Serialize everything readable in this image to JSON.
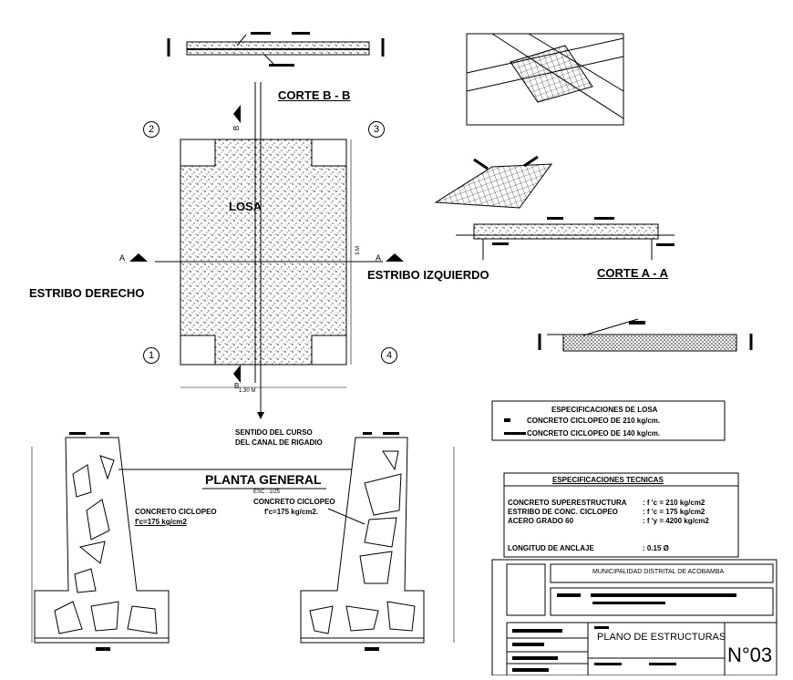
{
  "labels": {
    "corte_bb": "CORTE B - B",
    "corte_aa": "CORTE A - A",
    "losa": "LOSA",
    "estribo_izquierdo": "ESTRIBO IZQUIERDO",
    "estribo_derecho": "ESTRIBO DERECHO",
    "planta_general": "PLANTA GENERAL",
    "escala": "ESC : 1/25",
    "sentido_1": "SENTIDO DEL CURSO",
    "sentido_2": "DEL CANAL DE RIGADIO",
    "dim_vertical": "3 M",
    "dim_horizontal": "1.30 M",
    "section_a": "A",
    "section_b": "B",
    "grid_1": "1",
    "grid_2": "2",
    "grid_3": "3",
    "grid_4": "4",
    "concreto_left_1": "CONCRETO CICLOPEO",
    "concreto_left_2": "f'c=175 kg/cm2",
    "concreto_right_1": "CONCRETO CICLOPEO",
    "concreto_right_2": "f'c=175 kg/cm2."
  },
  "spec_losa": {
    "title": "ESPECIFICACIONES DE LOSA",
    "row1": "CONCRETO CICLOPEO DE 210 kg/cm.",
    "row2": "CONCRETO CICLOPEO DE 140 kg/cm."
  },
  "spec_tec": {
    "title": "ESPECIFICACIONES TECNICAS",
    "r1_label": "CONCRETO SUPERESTRUCTURA",
    "r1_value": ":  f 'c = 210 kg/cm2",
    "r2_label": "ESTRIBO DE CONC. CICLOPEO",
    "r2_value": ":   f 'c = 175 kg/cm2",
    "r3_label": "ACERO GRADO 60",
    "r3_value": ":   f 'y = 4200 kg/cm2",
    "r4_label": "LONGITUD DE ANCLAJE",
    "r4_value": ":  0.15 Ø"
  },
  "title_block": {
    "municipality": "MUNICIPALIDAD DISTRITAL DE ACOBAMBA",
    "plan_name": "PLANO DE ESTRUCTURAS",
    "sheet_number": "N°03"
  }
}
